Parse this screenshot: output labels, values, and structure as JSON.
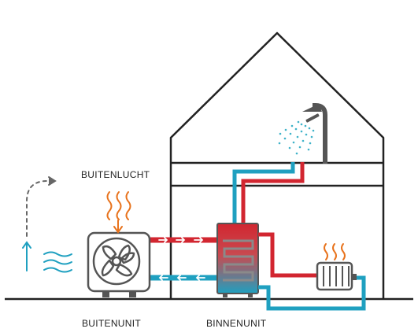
{
  "labels": {
    "outside_air": "BUITENLUCHT",
    "outdoor_unit": "BUITENUNIT",
    "indoor_unit": "BINNENUNIT"
  },
  "colors": {
    "outline": "#222222",
    "hot": "#d22630",
    "cold": "#1fa0c0",
    "heat_wave": "#e8731d",
    "unit_grey": "#555555",
    "water_drops": "#3fb3c9",
    "flow_arrow": "#666666"
  },
  "icons": [
    "house-outline",
    "fan-icon",
    "radiator-icon",
    "shower-icon",
    "heat-wave-icon",
    "air-flow-icon"
  ]
}
